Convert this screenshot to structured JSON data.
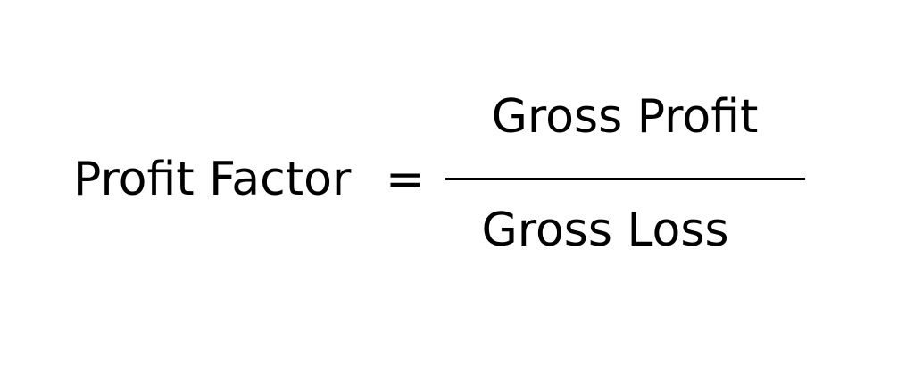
{
  "formula": {
    "lhs": "Profit Factor",
    "operator": "=",
    "numerator": "Gross Profit",
    "denominator": "Gross Loss"
  }
}
